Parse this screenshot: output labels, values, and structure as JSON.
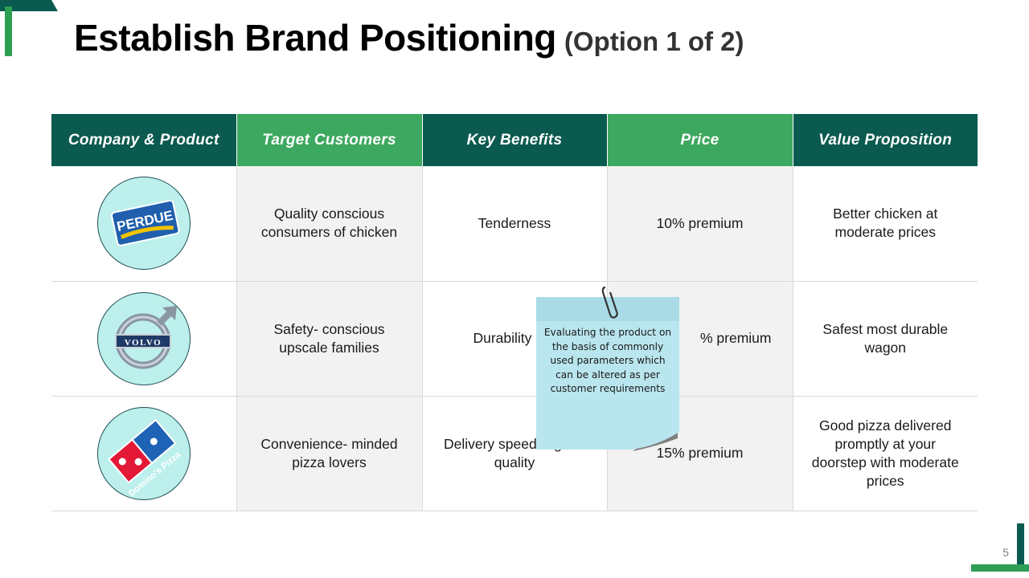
{
  "title": {
    "main": "Establish Brand Positioning",
    "sub": "(Option 1 of 2)"
  },
  "table": {
    "headers": [
      "Company & Product",
      "Target Customers",
      "Key Benefits",
      "Price",
      "Value Proposition"
    ],
    "rows": [
      {
        "logo": "perdue-logo",
        "logo_text": "PERDUE",
        "target": "Quality conscious consumers of chicken",
        "benefits": "Tenderness",
        "price": "10% premium",
        "value": "Better chicken at moderate prices"
      },
      {
        "logo": "volvo-logo",
        "logo_text": "VOLVO",
        "target": "Safety- conscious upscale families",
        "benefits": "Durability & s",
        "price": "% premium",
        "value": "Safest most durable wagon"
      },
      {
        "logo": "dominos-logo",
        "logo_text": "Domino's Pizza",
        "target": "Convenience- minded pizza lovers",
        "benefits": "Delivery speed & good quality",
        "price": "15% premium",
        "value": "Good pizza delivered promptly at your doorstep with moderate prices"
      }
    ]
  },
  "sticky_note": {
    "text": "Evaluating the product on the basis of  commonly used parameters which can be altered as per customer requirements"
  },
  "page_number": "5",
  "colors": {
    "dark_green": "#0b5a4f",
    "light_green": "#3da85f",
    "logo_bg": "#bdf0ec",
    "sticky": "#b9e5ee"
  }
}
